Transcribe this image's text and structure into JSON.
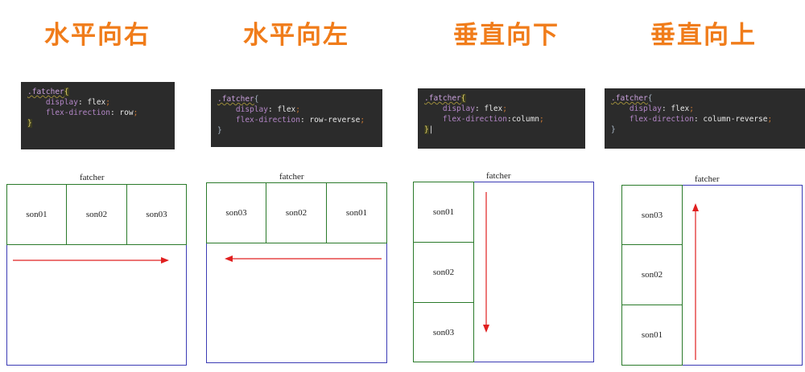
{
  "titles": [
    "水平向右",
    "水平向左",
    "垂直向下",
    "垂直向上"
  ],
  "code": [
    {
      "selector": ".fatcher",
      "prop1": "display",
      "val1": "flex",
      "prop2": "flex-direction",
      "val2": "row",
      "sep2": ": "
    },
    {
      "selector": ".fatcher",
      "prop1": "display",
      "val1": "flex",
      "prop2": "flex-direction",
      "val2": "row-reverse",
      "sep2": ": "
    },
    {
      "selector": ".fatcher",
      "prop1": "display",
      "val1": "flex",
      "prop2": "flex-direction",
      "val2": "column",
      "sep2": ":"
    },
    {
      "selector": ".fatcher",
      "prop1": "display",
      "val1": "flex",
      "prop2": "flex-direction",
      "val2": "column-reverse",
      "sep2": ": "
    }
  ],
  "container_label": "fatcher",
  "diagrams": [
    {
      "children": [
        "son01",
        "son02",
        "son03"
      ]
    },
    {
      "children": [
        "son03",
        "son02",
        "son01"
      ]
    },
    {
      "children": [
        "son01",
        "son02",
        "son03"
      ]
    },
    {
      "children": [
        "son03",
        "son02",
        "son01"
      ]
    }
  ],
  "colors": {
    "title": "#f07c1a",
    "container_border": "#3b3bb5",
    "child_border": "#2a7a2a",
    "arrow": "#e02020",
    "code_bg": "#2b2b2b"
  }
}
